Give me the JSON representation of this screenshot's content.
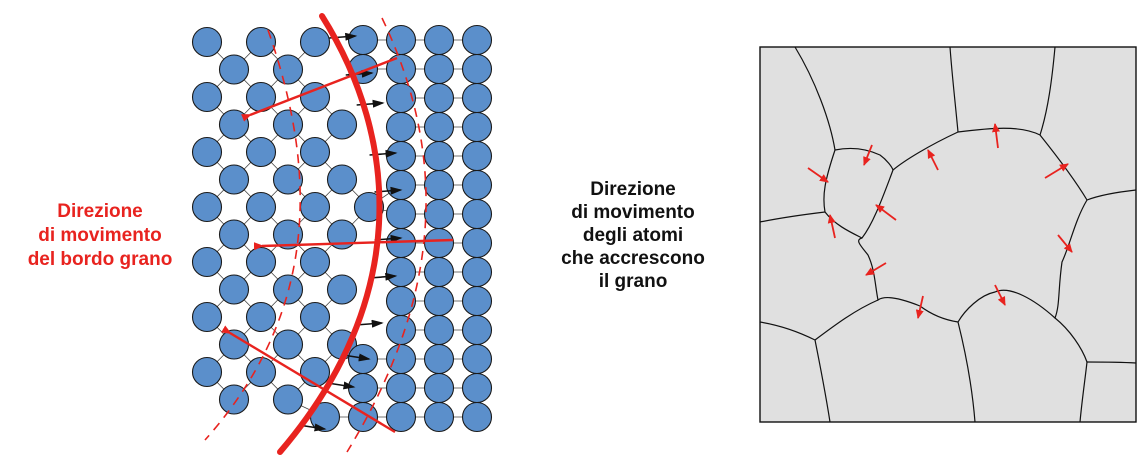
{
  "labels": {
    "boundary_direction": [
      "Direzione",
      "di movimento",
      "del bordo grano"
    ],
    "atom_direction": [
      "Direzione",
      "di movimento",
      "degli atomi",
      "che accrescono",
      "il grano"
    ]
  },
  "colors": {
    "atom_fill": "#5b8fcb",
    "atom_stroke": "#1a1a1a",
    "boundary": "#e8231f",
    "grain_fill": "#e0e0e0",
    "grain_line": "#111111",
    "arrow_black": "#111111"
  },
  "icons": {
    "atom": "circle",
    "boundary_arrow": "red-arrow",
    "atom_arrow": "black-arrow"
  }
}
